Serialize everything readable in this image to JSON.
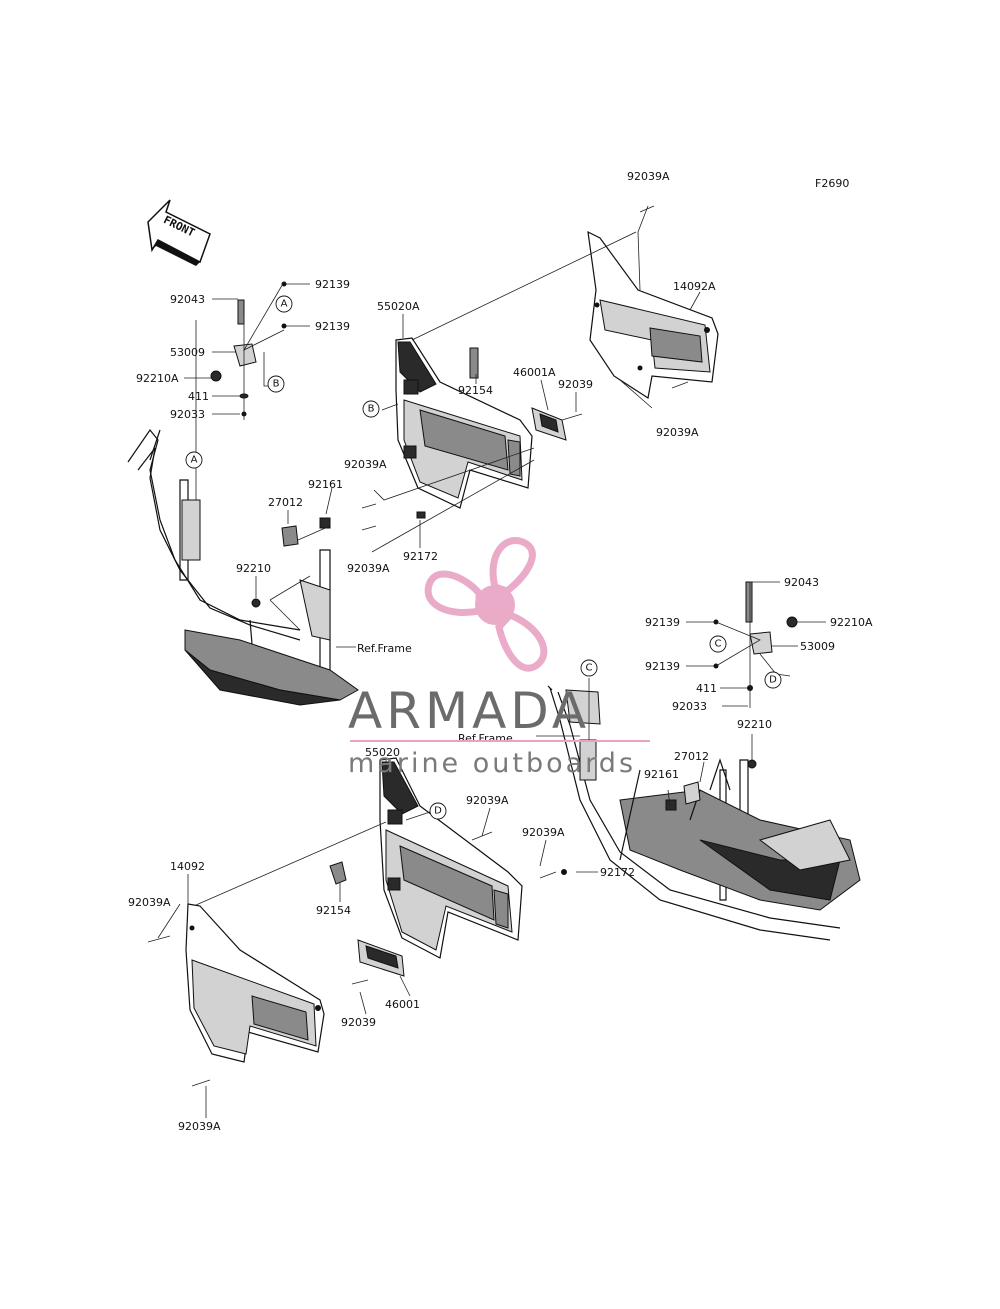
{
  "figure_code": "F2690",
  "front_label": "FRONT",
  "ref_frame_label": "Ref.Frame",
  "watermark": {
    "brand": "ARMADA",
    "tagline": "marine outboards",
    "logo": "propeller-logo",
    "color": "#e8a3c4"
  },
  "markers": {
    "a": "A",
    "b": "B",
    "c": "C",
    "d": "D"
  },
  "parts": {
    "p92039a_top": "92039A",
    "p14092a": "14092A",
    "p55020a": "55020A",
    "p92154_upper": "92154",
    "p46001a": "46001A",
    "p92039_upper": "92039",
    "p92039a_right": "92039A",
    "p92043_left": "92043",
    "p92139_left_top": "92139",
    "p92139_left_bottom": "92139",
    "p53009_left": "53009",
    "p92210a_left": "92210A",
    "p411_left": "411",
    "p92033_left": "92033",
    "p92039a_mid1": "92039A",
    "p92161_left": "92161",
    "p27012_left": "27012",
    "p92039a_mid2": "92039A",
    "p92172_upper": "92172",
    "p92210_left": "92210",
    "p92043_right": "92043",
    "p92139_right_top": "92139",
    "p92210a_right": "92210A",
    "p53009_right": "53009",
    "p92139_right_bottom": "92139",
    "p411_right": "411",
    "p92033_right": "92033",
    "p92210_right": "92210",
    "p27012_right": "27012",
    "p92161_right": "92161",
    "p55020": "55020",
    "p92039a_lower1": "92039A",
    "p92039a_lower2": "92039A",
    "p92172_lower": "92172",
    "p14092": "14092",
    "p92039a_lower_left": "92039A",
    "p92154_lower": "92154",
    "p92039_lower": "92039",
    "p46001": "46001",
    "p92039a_bottom": "92039A"
  }
}
